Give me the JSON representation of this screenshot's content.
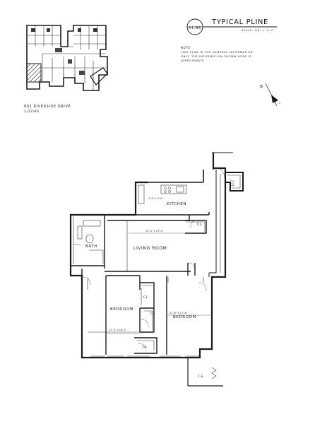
{
  "title_block": {
    "code": "A1-B6",
    "name": "TYPICAL PLINE",
    "scale": "SCALE: 1/8\" = 1'-0\""
  },
  "note": {
    "heading": "NOTE:",
    "lines": [
      "THIS PLAN IS FOR GENERAL INFORMATION",
      "ONLY. THE INFORMATION SHOWN HERE IS",
      "APPROXIMATE."
    ]
  },
  "address": {
    "line1": "801 RIVERSIDE DRIVE",
    "line2": "1/22/86"
  },
  "north_arrow": {
    "label": "N"
  },
  "rooms": {
    "kitchen": "KITCHEN",
    "living_room": "LIVING ROOM",
    "bath": "BATH",
    "bedroom_1": "BEDROOM",
    "bedroom_2": "BEDROOM",
    "closet_1": "CL",
    "closet_2": "CL",
    "closet_3": "CL",
    "closet_4": "CL",
    "closet_5": "CL",
    "fe": "F.E."
  },
  "dimensions": {
    "kitchen": "7'-0\" x 9'-0\"",
    "living": "22'-4\" x 13'-0\"",
    "bedroom_1": "12'-0\" x 16'-4\"",
    "bedroom_2": "12'-8\" x 17'-8\""
  }
}
